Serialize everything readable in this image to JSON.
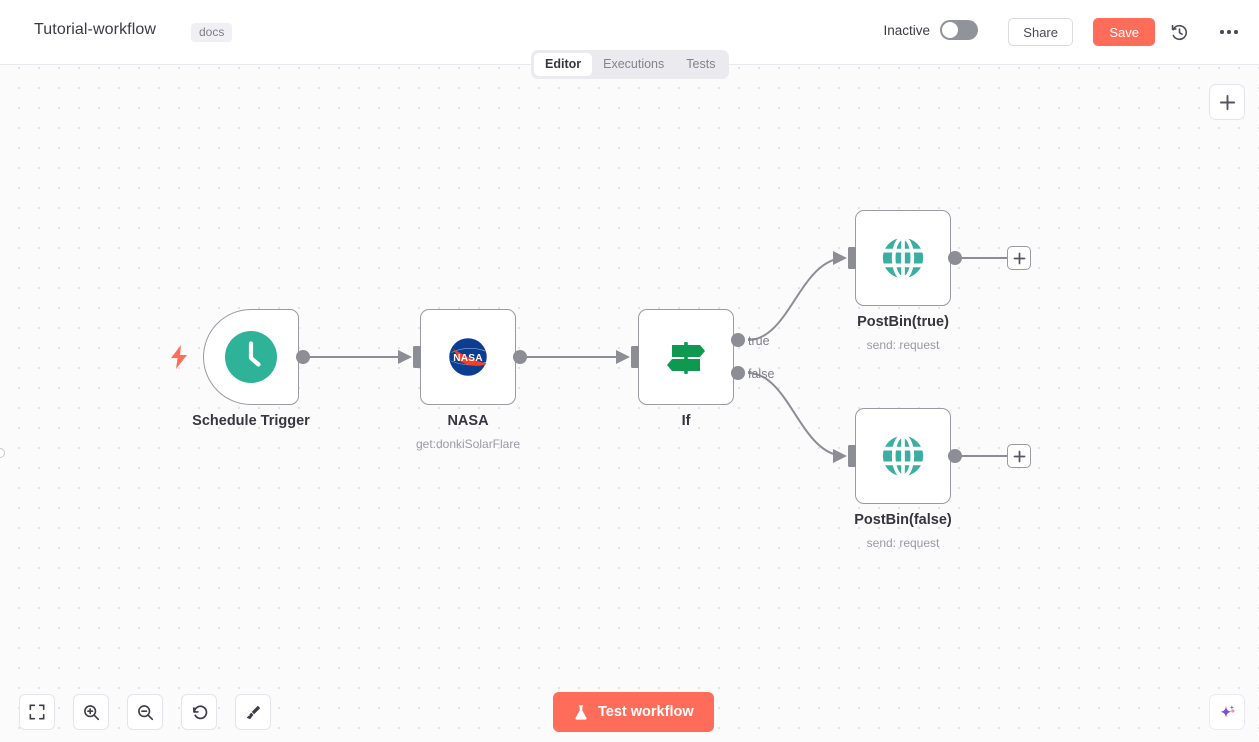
{
  "header": {
    "workflow_title": "Tutorial-workflow",
    "tag": "docs",
    "active_state_label": "Inactive",
    "share_label": "Share",
    "save_label": "Save",
    "history_icon": "history-clock-icon",
    "more_icon": "ellipsis-icon",
    "toggle_icon": "toggle-switch-off",
    "accent_color": "#ff6d5a"
  },
  "tabs": [
    {
      "label": "Editor",
      "active": true
    },
    {
      "label": "Executions",
      "active": false
    },
    {
      "label": "Tests",
      "active": false
    }
  ],
  "canvas": {
    "add_node_icon": "plus-icon",
    "trigger_bolt_icon": "lightning-bolt-icon",
    "nodes": [
      {
        "id": "schedule-trigger",
        "name": "Schedule Trigger",
        "subtitle": "",
        "icon": "clock-icon",
        "icon_color": "#2eb398",
        "type": "trigger"
      },
      {
        "id": "nasa",
        "name": "NASA",
        "subtitle": "get:donkiSolarFlare",
        "icon": "nasa-logo-icon",
        "icon_color": "#0b3d91",
        "type": "action"
      },
      {
        "id": "if",
        "name": "If",
        "subtitle": "",
        "icon": "signpost-icon",
        "icon_color": "#0f9950",
        "type": "conditional",
        "outputs": [
          "true",
          "false"
        ]
      },
      {
        "id": "postbin-true",
        "name": "PostBin(true)",
        "subtitle": "send: request",
        "icon": "globe-icon",
        "icon_color": "#3aaea0",
        "type": "action"
      },
      {
        "id": "postbin-false",
        "name": "PostBin(false)",
        "subtitle": "send: request",
        "icon": "globe-icon",
        "icon_color": "#3aaea0",
        "type": "action"
      }
    ],
    "controls": [
      {
        "id": "fit-view",
        "icon": "fit-to-view-icon"
      },
      {
        "id": "zoom-in",
        "icon": "zoom-in-icon"
      },
      {
        "id": "zoom-out",
        "icon": "zoom-out-icon"
      },
      {
        "id": "reset-zoom",
        "icon": "reset-zoom-icon"
      },
      {
        "id": "tidy-up",
        "icon": "tidy-up-broom-icon"
      }
    ],
    "test_button_label": "Test workflow",
    "test_button_icon": "flask-icon",
    "assistant_icon": "ai-sparkle-icon"
  }
}
